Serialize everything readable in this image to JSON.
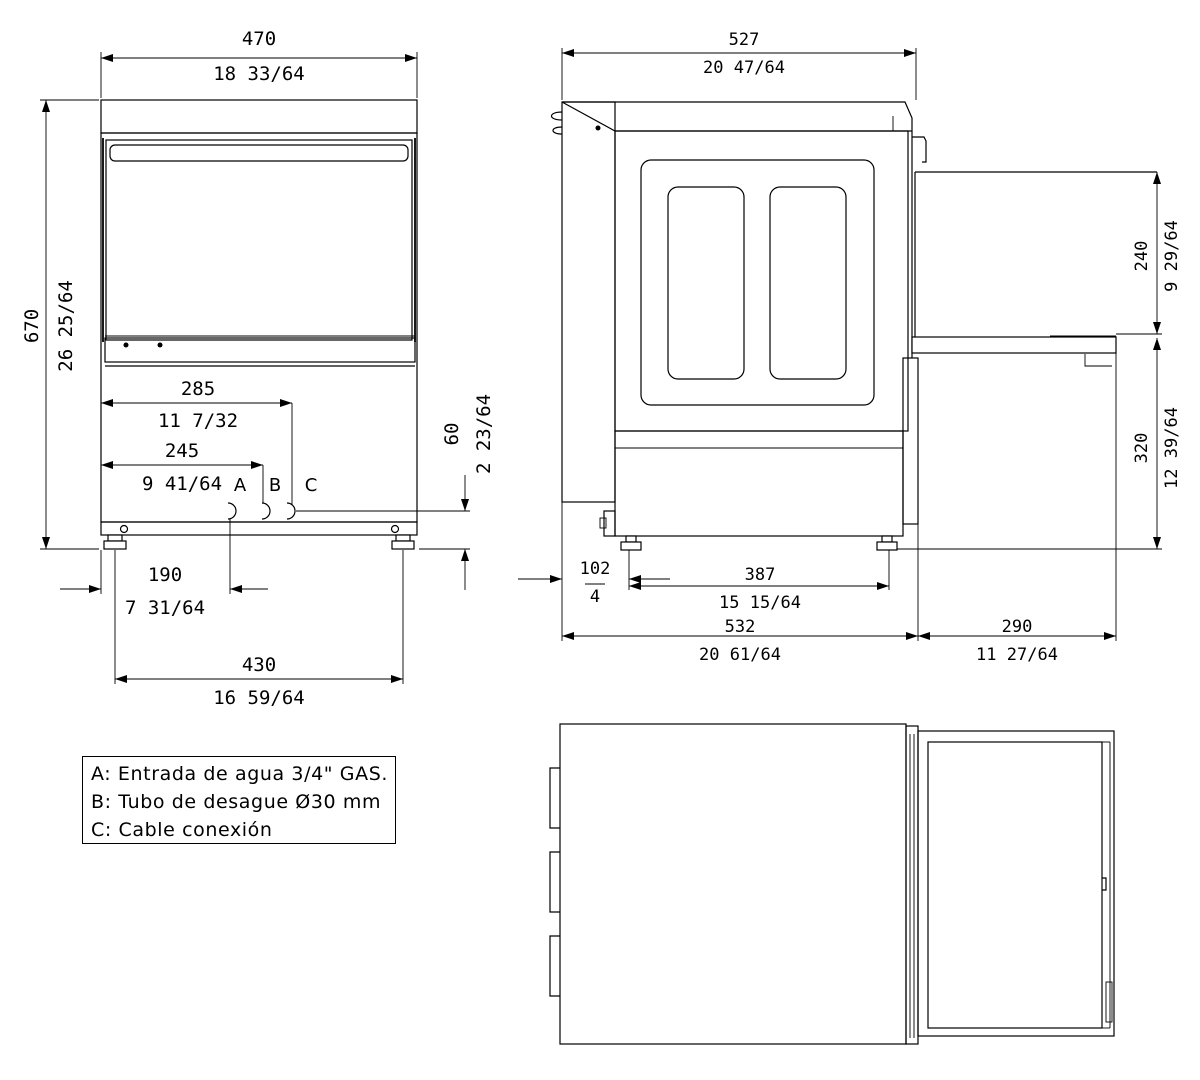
{
  "front_view": {
    "width": {
      "mm": "470",
      "in": "18 33/64"
    },
    "height": {
      "mm": "670",
      "in": "26 25/64"
    },
    "conn_c": {
      "mm": "285",
      "in": "11 7/32"
    },
    "conn_b": {
      "mm": "245",
      "in": "9 41/64"
    },
    "conn_height": {
      "mm": "60",
      "in": "2 23/64"
    },
    "conn_a": {
      "mm": "190",
      "in": "7 31/64"
    },
    "feet": {
      "mm": "430",
      "in": "16 59/64"
    },
    "points": {
      "a": "A",
      "b": "B",
      "c": "C"
    }
  },
  "side_view": {
    "depth": {
      "mm": "527",
      "in": "20 47/64"
    },
    "rack_clearance": {
      "mm": "240",
      "in": "9 29/64"
    },
    "door_height": {
      "mm": "320",
      "in": "12 39/64"
    },
    "offset": {
      "mm": "102",
      "in": "4"
    },
    "feet": {
      "mm": "387",
      "in": "15 15/64"
    },
    "total_depth": {
      "mm": "532",
      "in": "20 61/64"
    },
    "door_open": {
      "mm": "290",
      "in": "11 27/64"
    }
  },
  "legend": {
    "a": "A: Entrada de agua 3/4\" GAS.",
    "b": "B: Tubo de desague Ø30 mm",
    "c": "C: Cable conexión"
  }
}
